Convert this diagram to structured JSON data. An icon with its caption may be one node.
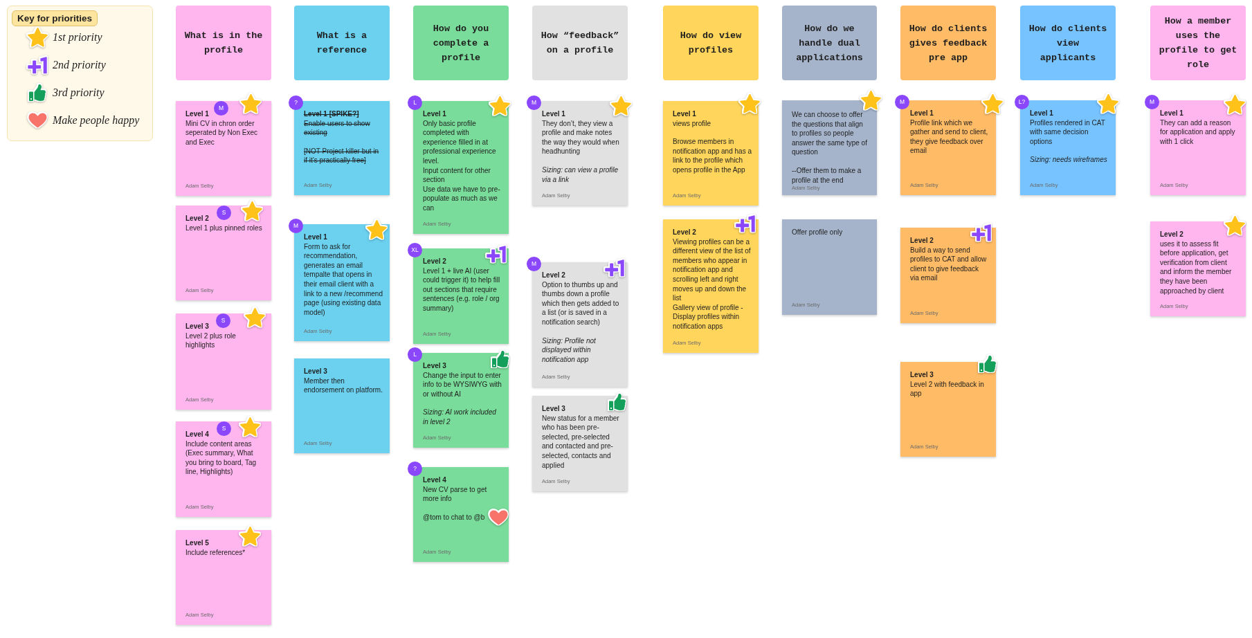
{
  "diagram": {
    "nodes": [
      {
        "text": [
          "What is in the profile"
        ]
      },
      {
        "text": [
          "M",
          "Level 1",
          "Mini CV in chron order seperated by Non Exec and Exec",
          "Adam Selby"
        ]
      },
      {
        "text": [
          "S",
          "Level 2",
          "Level 1 plus pinned roles",
          "Adam Selby"
        ]
      },
      {
        "text": [
          "S",
          "Level 3",
          "Level 2 plus role highlights",
          "Adam Selby"
        ]
      },
      {
        "text": [
          "S",
          "Level 4",
          "Include content areas (Exec summary, What you bring to board, Tag line, Highlights)",
          "Adam Selby"
        ]
      },
      {
        "text": [
          "Level 5",
          "Include references*",
          "Adam Selby"
        ]
      },
      {
        "text": [
          "What is a reference"
        ]
      },
      {
        "text": [
          "?",
          "Level 1 [SPIKE?]",
          "Enable users to show existing",
          "[NOT Project killer but in if it’s practically free]",
          "Adam Selby"
        ]
      },
      {
        "text": [
          "M",
          "Level 1",
          "Form to ask for recommendation, generates an email tempalte that opens in their email client with a link to a new /recommend page (using existing data model)",
          "Adam Selby"
        ]
      },
      {
        "text": [
          "Level 3",
          "Member then endorsement on platform.",
          "Adam Selby"
        ]
      },
      {
        "text": [
          "How do you complete a profile"
        ]
      },
      {
        "text": [
          "L",
          "Level 1",
          "Only basic profile completed with experience filled in at professional experience level.",
          "Input content for other section",
          "Use data we have to pre-populate as much as we can",
          "Adam Selby"
        ]
      },
      {
        "text": [
          "XL",
          "Level 2",
          "Level 1 + live AI (user could trigger it) to help fill out sections that require sentences (e.g. role / org summary)",
          "Adam Selby"
        ]
      },
      {
        "text": [
          "L",
          "Level 3",
          "Change the input to enter info to be WYSIWYG with or without AI",
          "Sizing: AI work included in level 2",
          "Adam Selby"
        ]
      },
      {
        "text": [
          "?",
          "Level 4",
          "New CV parse to get more info",
          "@tom to chat to @b",
          "Adam Selby"
        ]
      },
      {
        "text": [
          "How “feedback” on a profile"
        ]
      },
      {
        "text": [
          "M",
          "Level 1",
          "They don’t, they view a profile and make notes the way they would when headhunting",
          "Sizing: can view a profile via a link",
          "Adam Selby"
        ]
      },
      {
        "text": [
          "M",
          "Level 2",
          "Option to thumbs up and thumbs down a profile which then gets added to a list (or is saved in a notification search)",
          "Sizing: Profile not displayed within notification app",
          "Adam Selby"
        ]
      },
      {
        "text": [
          "Level 3",
          "New status for a member who has been pre-selected, pre-selected and contacted and pre-selected, contacts and applied",
          "Adam Selby"
        ]
      },
      {
        "text": [
          "How do view profiles"
        ]
      },
      {
        "text": [
          "Level 1",
          "views profile",
          "Browse members in notification app and has a link to the profile which opens profile in the App",
          "Adam Selby"
        ]
      },
      {
        "text": [
          "Level 2",
          "Viewing profiles can be a different view of the list of members who appear in notification app and scrolling left and right moves up and down the list",
          "Gallery view of profile - Display profiles within notification apps",
          "Adam Selby"
        ]
      },
      {
        "text": [
          "How do we handle dual applications"
        ]
      },
      {
        "text": [
          "We can choose to offer the questions that align to profiles so people answer the same type of question",
          "--Offer them to make a profile at the end",
          "Adam Selby"
        ]
      },
      {
        "text": [
          "Offer profile only",
          "Adam Selby"
        ]
      },
      {
        "text": [
          "How do clients gives feedback pre app"
        ]
      },
      {
        "text": [
          "M",
          "Level 1",
          "Profile link which we gather and send to client, they give feedback over email",
          "Adam Selby"
        ]
      },
      {
        "text": [
          "Level 2",
          "Build a way to send profiles to CAT and allow client to give feedback via email",
          "Adam Selby"
        ]
      },
      {
        "text": [
          "Level 3",
          "Level 2 with feedback in app",
          "Adam Selby"
        ]
      },
      {
        "text": [
          "How do clients view applicants"
        ]
      },
      {
        "text": [
          "L?",
          "Level 1",
          "Profiles rendered in CAT with same decision options",
          "Sizing: needs wireframes",
          "Adam Selby"
        ]
      },
      {
        "text": [
          "How a member uses the profile to get role"
        ]
      },
      {
        "text": [
          "M",
          "Level 1",
          "They can add a reason for application and apply with 1 click",
          "Adam Selby"
        ]
      },
      {
        "text": [
          "Level 2",
          "uses it to assess fit before application, get verification from client and inform the member they have been approached by client",
          "Adam Selby"
        ]
      }
    ],
    "labels": [
      "Key for priorities"
    ],
    "legend": [
      {
        "text": "1st priority"
      },
      {
        "text": "2nd priority"
      },
      {
        "text": "3rd priority"
      },
      {
        "text": "Make people happy"
      }
    ]
  }
}
